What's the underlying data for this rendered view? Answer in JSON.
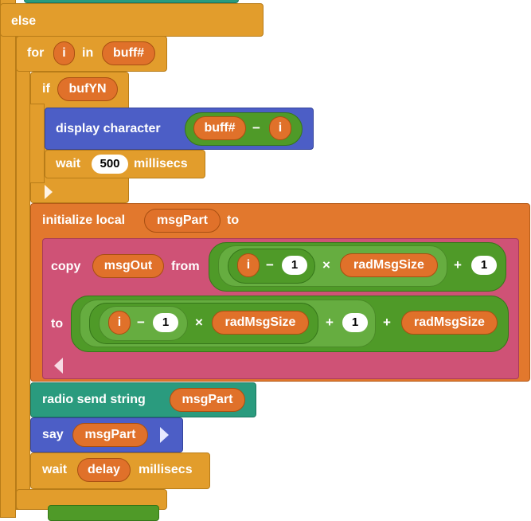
{
  "blocks": {
    "else_label": "else",
    "for": {
      "kw_for": "for",
      "var": "i",
      "kw_in": "in",
      "list": "buff#"
    },
    "if": {
      "kw": "if",
      "cond": "bufYN"
    },
    "display": {
      "label": "display character",
      "a": "buff#",
      "op": "−",
      "b": "i"
    },
    "wait1": {
      "kw": "wait",
      "value": "500",
      "unit": "millisecs"
    },
    "init": {
      "kw": "initialize local",
      "name": "msgPart",
      "kw_to": "to"
    },
    "copy": {
      "kw": "copy",
      "src": "msgOut",
      "kw_from": "from",
      "kw_to": "to",
      "from_expr": {
        "i": "i",
        "minus": "−",
        "one_a": "1",
        "times": "×",
        "size": "radMsgSize",
        "plus": "+",
        "one_b": "1"
      },
      "to_expr": {
        "i": "i",
        "minus": "−",
        "one_a": "1",
        "times": "×",
        "size": "radMsgSize",
        "plus1": "+",
        "one_b": "1",
        "plus2": "+",
        "size2": "radMsgSize"
      }
    },
    "radio": {
      "label": "radio send string",
      "value": "msgPart"
    },
    "say": {
      "kw": "say",
      "value": "msgPart"
    },
    "wait2": {
      "kw": "wait",
      "value": "delay",
      "unit": "millisecs"
    }
  },
  "colors": {
    "control": "#e29d2c",
    "variable": "#e0712a",
    "local": "#e2782d",
    "copy": "#cf5276",
    "math": "#4f9a28",
    "display": "#4c5ec6",
    "radio": "#2a9b7e"
  }
}
